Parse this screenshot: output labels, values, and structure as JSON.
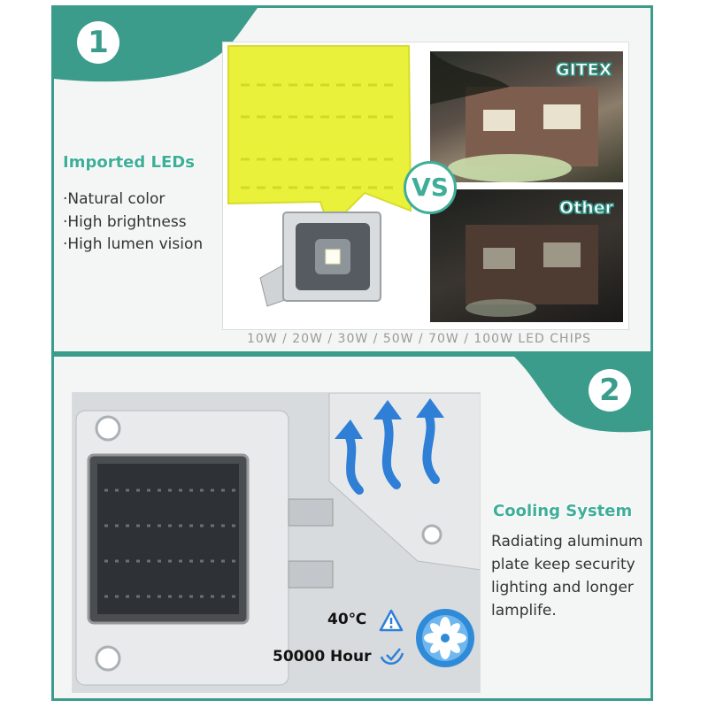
{
  "section1": {
    "number": "1",
    "heading": "Imported LEDs",
    "bullets": [
      "·Natural color",
      "·High brightness",
      "·High lumen vision"
    ],
    "vs_label": "VS",
    "compare_top": "GITEX",
    "compare_bottom": "Other",
    "chips_caption": "10W / 20W / 30W / 50W / 70W / 100W LED CHIPS"
  },
  "section2": {
    "number": "2",
    "heading": "Cooling System",
    "description": "Radiating aluminum plate keep security lighting and longer lamplife.",
    "temperature": "40℃",
    "lifetime": "50000 Hour"
  },
  "colors": {
    "teal": "#3c9c8c",
    "teal_light": "#3fae99",
    "led_yellow": "#e9f13a",
    "arrow_blue": "#2f7fd6"
  },
  "icons": {
    "warning": "warning-triangle-icon",
    "check": "check-icon",
    "fan": "fan-icon"
  }
}
